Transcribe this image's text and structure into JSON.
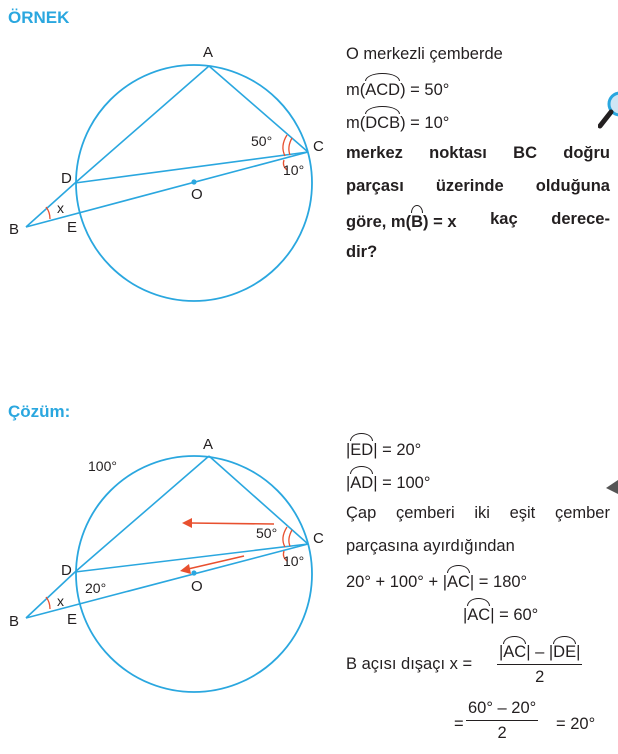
{
  "example": {
    "heading": "ÖRNEK",
    "statement": {
      "line1": "O merkezli çemberde",
      "acd_prefix": "m(",
      "acd_arc": "ACD",
      "acd_suffix": ") = 50°",
      "dcb_prefix": "m(",
      "dcb_arc": "DCB",
      "dcb_suffix": ") = 10°",
      "q1_words": [
        "merkez",
        "noktası",
        "BC",
        "doğru"
      ],
      "q2_words": [
        "parçası",
        "üzerinde",
        "olduğuna"
      ],
      "q3_before": "göre, m(",
      "q3_arc": "B",
      "q3_words": [
        ") = x",
        "kaç",
        "derece-"
      ],
      "q4": "dir?"
    },
    "figure": {
      "points": {
        "A": "A",
        "B": "B",
        "C": "C",
        "D": "D",
        "E": "E",
        "O": "O"
      },
      "angle_labels": {
        "acd": "50°",
        "dcb": "10°",
        "x": "x"
      }
    }
  },
  "solution": {
    "heading": "Çözüm:",
    "figure": {
      "points": {
        "A": "A",
        "B": "B",
        "C": "C",
        "D": "D",
        "E": "E",
        "O": "O"
      },
      "angle_labels": {
        "arc_ad": "100°",
        "acd": "50°",
        "dcb": "10°",
        "x": "x",
        "arc_ed": "20°"
      }
    },
    "steps": {
      "ed_arc": "ED",
      "ed_value": " = 20°",
      "ad_arc": "AD",
      "ad_value": " = 100°",
      "line3_words": [
        "Çap",
        "çemberi",
        "iki",
        "eşit",
        "çember"
      ],
      "line4": "parçasına ayırdığından",
      "sum_prefix": "20° + 100° + ",
      "sum_arc": "AC",
      "sum_suffix": " = 180°",
      "ac_arc": "AC",
      "ac_value": " = 60°",
      "b_label": "B açısı dışaçı x = ",
      "frac1_arc1": "AC",
      "frac1_minus": " – ",
      "frac1_arc2": "DE",
      "frac1_den": "2",
      "eq_sign": "=",
      "frac2_num": "60° – 20°",
      "frac2_den": "2",
      "result": "= 20°"
    }
  },
  "colors": {
    "accent": "#2aa7df",
    "arrow": "#e8502f",
    "angle_mark": "#e8502f",
    "text": "#231f20"
  }
}
